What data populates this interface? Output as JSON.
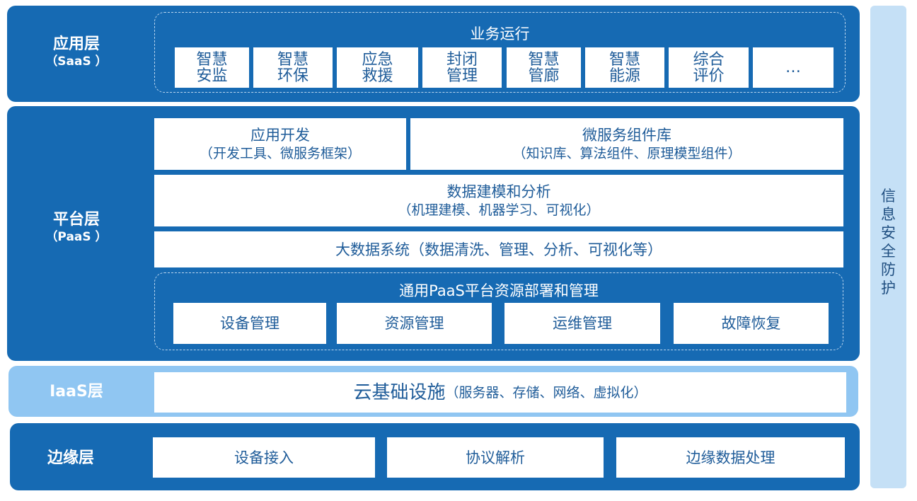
{
  "saas": {
    "name": "应用层",
    "sub": "（SaaS ）",
    "group_title": "业务运行",
    "tiles": [
      "智慧\n安监",
      "智慧\n环保",
      "应急\n救援",
      "封闭\n管理",
      "智慧\n管廊",
      "智慧\n能源",
      "综合\n评价",
      "…"
    ]
  },
  "paas": {
    "name": "平台层",
    "sub": "（PaaS ）",
    "app_dev": {
      "title": "应用开发",
      "detail": "（开发工具、微服务框架）"
    },
    "microservice": {
      "title": "微服务组件库",
      "detail": "（知识库、算法组件、原理模型组件）"
    },
    "modeling": {
      "title": "数据建模和分析",
      "detail": "（机理建模、机器学习、可视化）"
    },
    "bigdata": "大数据系统（数据清洗、管理、分析、可视化等）",
    "resource_group": {
      "title": "通用PaaS平台资源部署和管理",
      "tiles": [
        "设备管理",
        "资源管理",
        "运维管理",
        "故障恢复"
      ]
    }
  },
  "iaas": {
    "name": "IaaS层",
    "title": "云基础设施",
    "detail": "（服务器、存储、网络、虚拟化）"
  },
  "edge": {
    "name": "边缘层",
    "tiles": [
      "设备接入",
      "协议解析",
      "边缘数据处理"
    ]
  },
  "security": {
    "label": [
      "信",
      "息",
      "安",
      "全",
      "防",
      "护"
    ]
  },
  "colors": {
    "dark_blue": "#166ab3",
    "light_blue": "#90c6f2",
    "security_bg": "#c5e0f6",
    "text": "#1f5c99"
  }
}
